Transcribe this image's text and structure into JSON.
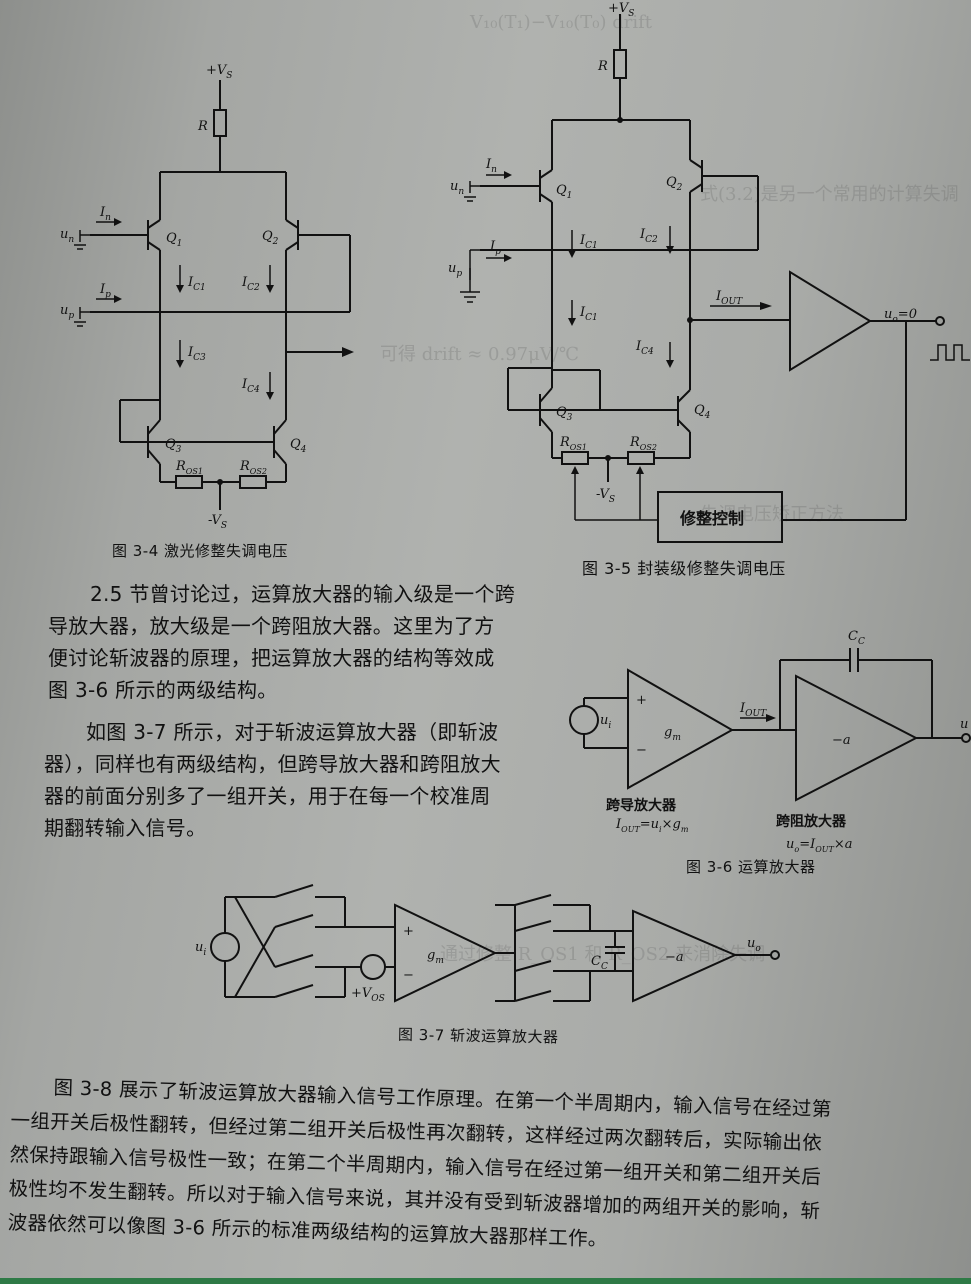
{
  "figures": {
    "fig34": {
      "caption": "图 3-4    激光修整失调电压",
      "labels": {
        "vs_plus": "+V",
        "vs_sub": "S",
        "r": "R",
        "un": "u",
        "un_sub": "n",
        "up": "u",
        "up_sub": "p",
        "in": "I",
        "in_sub": "n",
        "ip": "I",
        "ip_sub": "p",
        "q1": "Q",
        "q1_sub": "1",
        "q2": "Q",
        "q2_sub": "2",
        "q3": "Q",
        "q3_sub": "3",
        "q4": "Q",
        "q4_sub": "4",
        "ic1": "I",
        "ic1_sub": "C1",
        "ic2": "I",
        "ic2_sub": "C2",
        "ic3": "I",
        "ic3_sub": "C3",
        "ic4": "I",
        "ic4_sub": "C4",
        "ros1": "R",
        "ros1_sub": "OS1",
        "ros2": "R",
        "ros2_sub": "OS2",
        "vs_minus": "-V",
        "vs_minus_sub": "S"
      }
    },
    "fig35": {
      "caption": "图 3-5    封装级修整失调电压",
      "labels": {
        "vs_plus": "+V",
        "vs_sub": "S",
        "r": "R",
        "un": "u",
        "un_sub": "n",
        "up": "u",
        "up_sub": "p",
        "in": "I",
        "in_sub": "n",
        "ip": "I",
        "ip_sub": "p",
        "q1": "Q",
        "q1_sub": "1",
        "q2": "Q",
        "q2_sub": "2",
        "q3": "Q",
        "q3_sub": "3",
        "q4": "Q",
        "q4_sub": "4",
        "ic1a": "I",
        "ic1a_sub": "C1",
        "ic2": "I",
        "ic2_sub": "C2",
        "ic1b": "I",
        "ic1b_sub": "C1",
        "ic4": "I",
        "ic4_sub": "C4",
        "iout": "I",
        "iout_sub": "OUT",
        "uo": "u",
        "uo_sub": "o",
        "uo_val": "=0",
        "ros1": "R",
        "ros1_sub": "OS1",
        "ros2": "R",
        "ros2_sub": "OS2",
        "vs_minus": "-V",
        "vs_minus_sub": "S",
        "trim_box": "修整控制"
      }
    },
    "fig36": {
      "caption": "图 3-6    运算放大器",
      "labels": {
        "cc": "C",
        "cc_sub": "C",
        "plus": "+",
        "minus": "−",
        "ui": "u",
        "ui_sub": "i",
        "gm": "g",
        "gm_sub": "m",
        "iout": "I",
        "iout_sub": "OUT",
        "a": "−a",
        "uo": "u",
        "trans_label": "跨导放大器",
        "trans_formula": "I",
        "trans_formula_sub": "OUT",
        "trans_formula_rest": "=u",
        "trans_formula_sub2": "i",
        "trans_formula_rest2": "×g",
        "trans_formula_sub3": "m",
        "imp_label": "跨阻放大器",
        "imp_formula": "u",
        "imp_formula_sub": "o",
        "imp_formula_rest": "=I",
        "imp_formula_sub2": "OUT",
        "imp_formula_rest2": "×a"
      }
    },
    "fig37": {
      "caption": "图 3-7    斩波运算放大器",
      "labels": {
        "ui": "u",
        "ui_sub": "i",
        "plus": "+",
        "minus": "−",
        "vos": "+V",
        "vos_sub": "OS",
        "gm": "g",
        "gm_sub": "m",
        "cc": "C",
        "cc_sub": "C",
        "a": "−a",
        "uo": "u",
        "uo_sub": "o"
      }
    }
  },
  "paragraphs": {
    "p1": [
      "2.5 节曾讨论过，运算放大器的输入级是一个跨",
      "导放大器，放大级是一个跨阻放大器。这里为了方",
      "便讨论斩波器的原理，把运算放大器的结构等效成",
      "图 3-6 所示的两级结构。"
    ],
    "p2": [
      "如图 3-7 所示，对于斩波运算放大器（即斩波",
      "器），同样也有两级结构，但跨导放大器和跨阻放大",
      "器的前面分别多了一组开关，用于在每一个校准周",
      "期翻转输入信号。"
    ],
    "p3": [
      "图 3-8 展示了斩波运算放大器输入信号工作原理。在第一个半周期内，输入信号在经过第",
      "一组开关后极性翻转，但经过第二组开关后极性再次翻转，这样经过两次翻转后，实际输出依",
      "然保持跟输入信号极性一致；在第二个半周期内，输入信号在经过第一组开关和第二组开关后",
      "极性均不发生翻转。所以对于输入信号来说，其并没有受到斩波器增加的两组开关的影响，斩",
      "波器依然可以像图 3-6 所示的标准两级结构的运算放大器那样工作。"
    ]
  }
}
